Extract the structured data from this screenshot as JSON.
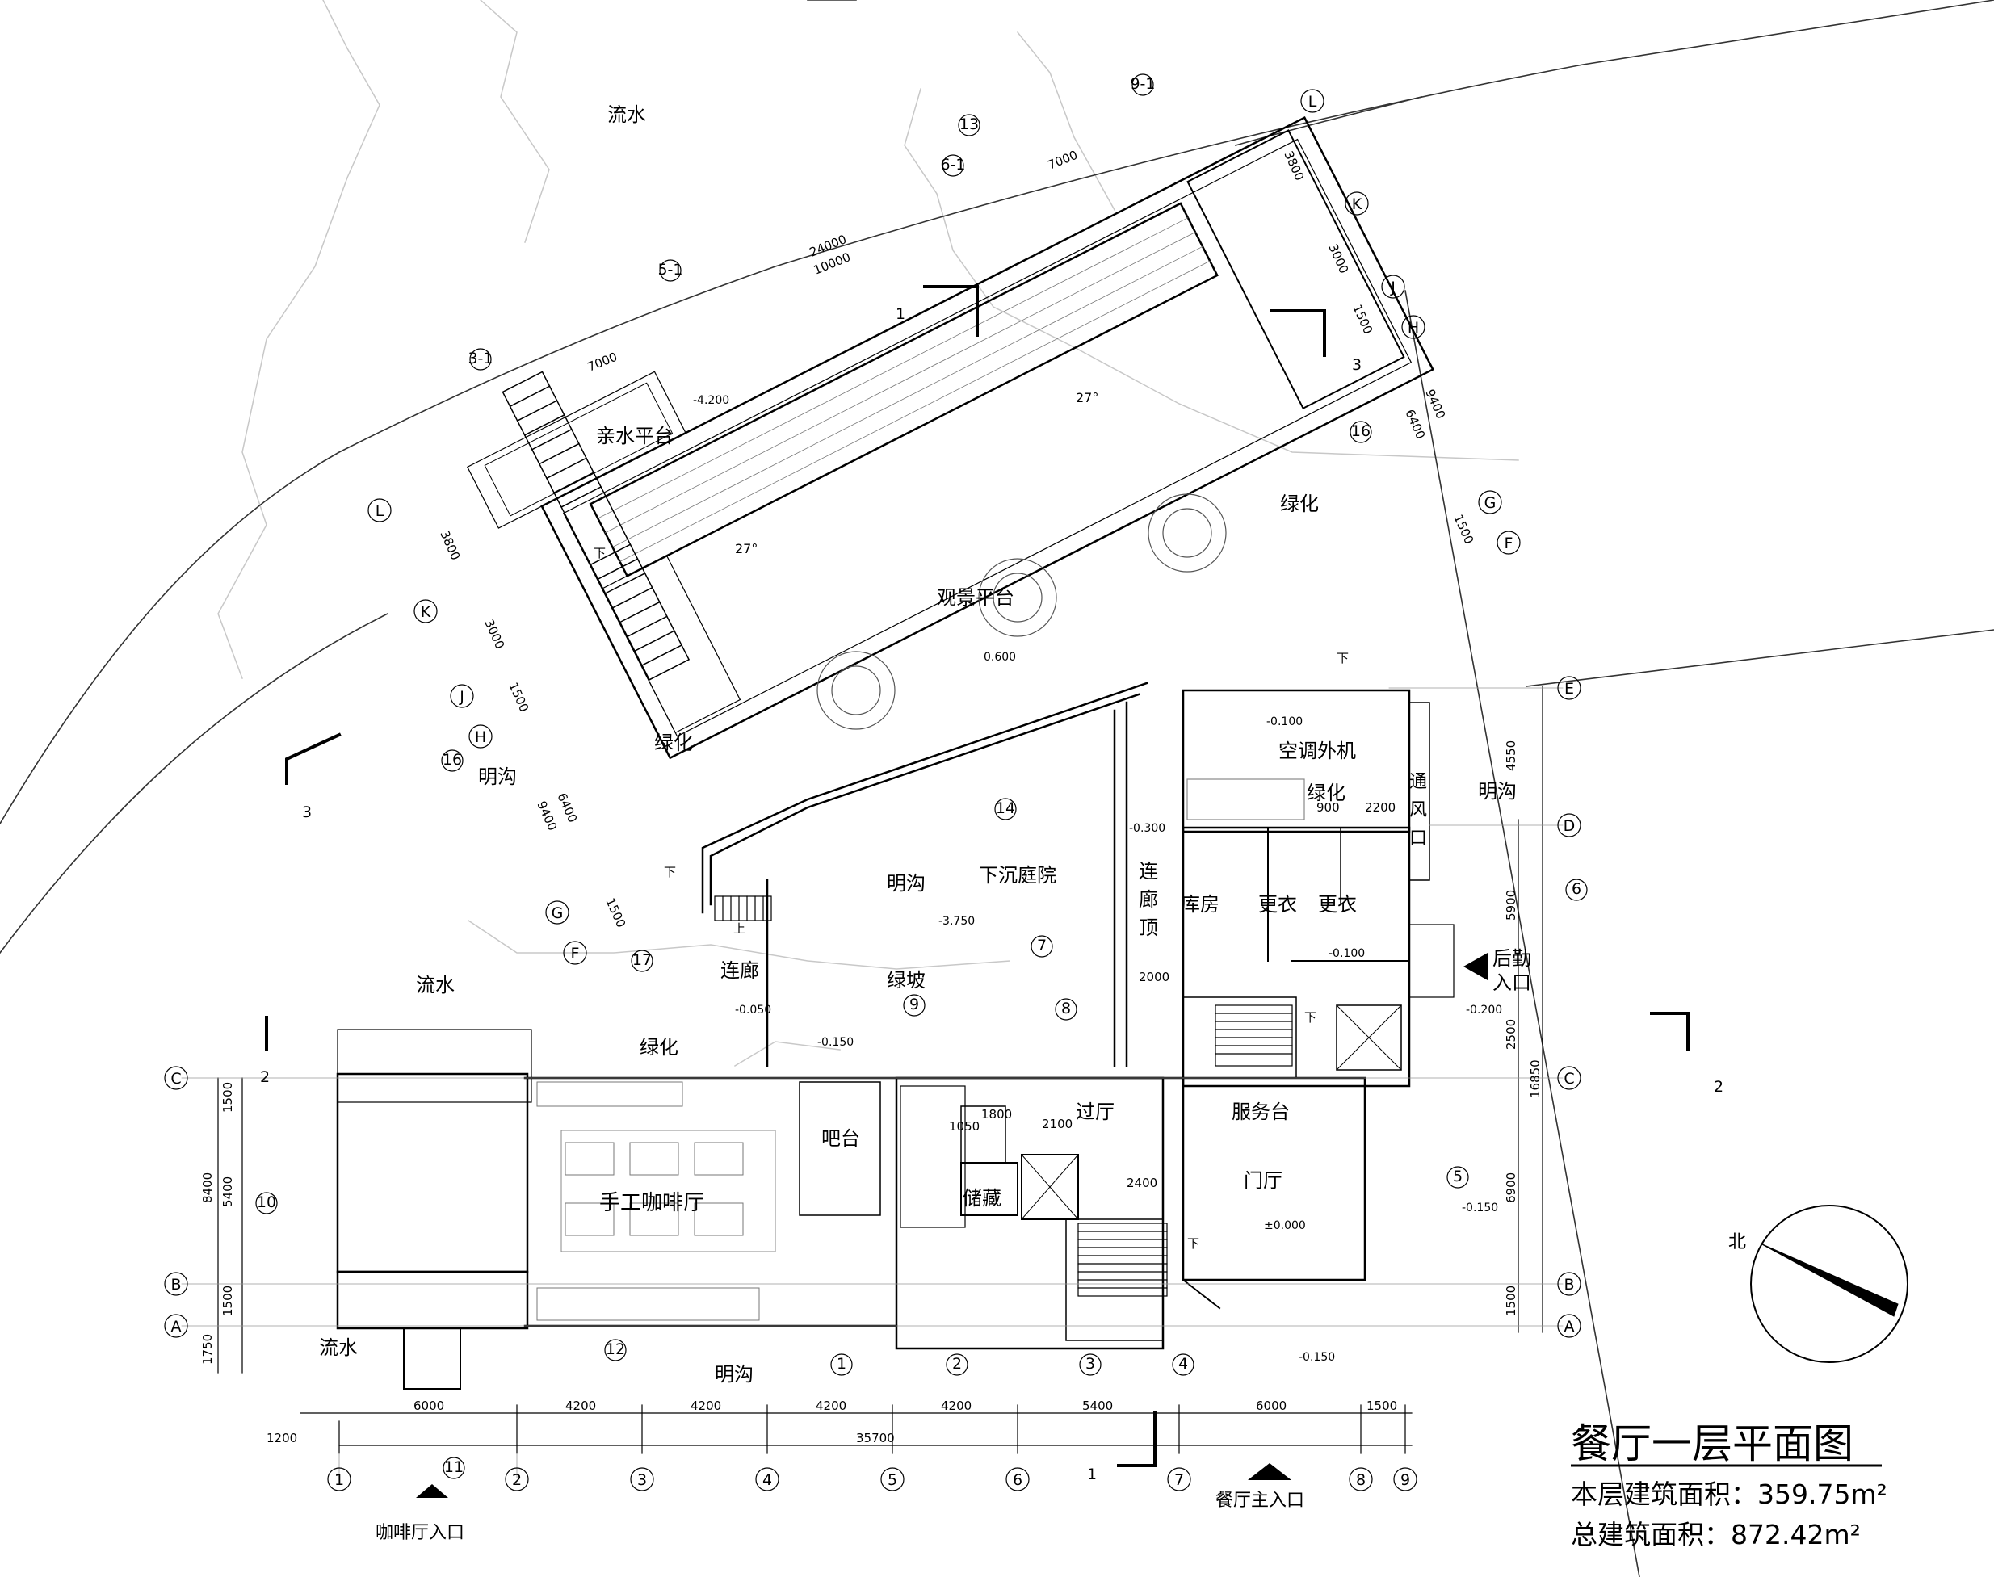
{
  "title": "餐厅一层平面图",
  "floor_area": "本层建筑面积：359.75m²",
  "total_area": "总建筑面积：872.42m²",
  "north": "北",
  "rooms": {
    "liushui_top": "流水",
    "qinshui": "亲水平台",
    "guanjing": "观景平台",
    "lvhua_upper": "绿化",
    "lvhua_ne": "绿化",
    "minggou_left": "明沟",
    "kongtiao": "空调外机",
    "lvhua_ac": "绿化",
    "tongfeng_1": "通",
    "tongfeng_2": "风",
    "tongfeng_3": "口",
    "minggou_right": "明沟",
    "xiachen": "下沉庭院",
    "minggou_mid": "明沟",
    "lianlangding_1": "连",
    "lianlangding_2": "廊",
    "lianlangding_3": "顶",
    "kufang": "库房",
    "gengyi_1": "更衣",
    "gengyi_2": "更衣",
    "houqin_1": "后勤",
    "houqin_2": "入口",
    "liushui_left": "流水",
    "lianlang": "连廊",
    "lvpo": "绿坡",
    "lvhua_lower": "绿化",
    "guoting": "过厅",
    "fuwutai": "服务台",
    "menting": "门厅",
    "bataI": "吧台",
    "chucang": "储藏",
    "kafei": "手工咖啡厅",
    "liushui_bottom": "流水",
    "minggou_bottom": "明沟"
  },
  "entrances": {
    "cafe": "咖啡厅入口",
    "main": "餐厅主入口"
  },
  "levels": {
    "l1": "-4.200",
    "l2": "0.600",
    "l3": "-0.100",
    "l4": "-0.300",
    "l5": "-3.750",
    "l6": "-0.100",
    "l7": "-0.050",
    "l8": "-0.150",
    "l9": "-0.200",
    "l10": "±0.000",
    "l11": "-0.150",
    "l12": "-0.150"
  },
  "angles": {
    "a1": "27°",
    "a2": "27°"
  },
  "marks": {
    "down1": "下",
    "down2": "下",
    "down3": "下",
    "down4": "下",
    "down5": "下",
    "up1": "上"
  },
  "room_dims": {
    "d900": "900",
    "d2200": "2200",
    "d2000": "2000",
    "d1800": "1800",
    "d2100": "2100",
    "d1050": "1050",
    "d2400": "2400"
  },
  "bottom_dims": [
    "1200",
    "6000",
    "4200",
    "4200",
    "4200",
    "4200",
    "5400",
    "6000",
    "1500"
  ],
  "total_dim": "35700",
  "left_dims": [
    "1750",
    "1500",
    "5400",
    "1500",
    "8400"
  ],
  "right_dims": [
    "4550",
    "5900",
    "2500",
    "6900",
    "1500",
    "16850"
  ],
  "diag_dims": {
    "d24000": "24000",
    "d10000": "10000",
    "d7000a": "7000",
    "d7000b": "7000",
    "d3800a": "3800",
    "d3000a": "3000",
    "d1500a": "1500",
    "d6400a": "6400",
    "d9400a": "9400",
    "d1500b": "1500",
    "d3800b": "3800",
    "d3000b": "3000",
    "d1500c": "1500",
    "d6400b": "6400",
    "d9400b": "9400",
    "d1500d": "1500"
  },
  "grid_bottom": [
    "1",
    "2",
    "3",
    "4",
    "5",
    "6",
    "7",
    "8",
    "9"
  ],
  "grid_rows": {
    "A": "A",
    "B": "B",
    "C": "C",
    "D": "D",
    "E": "E"
  },
  "grid_diag_ne": {
    "L": "L",
    "K": "K",
    "J": "J",
    "H": "H",
    "G": "G",
    "F": "F"
  },
  "grid_diag_sw": {
    "L": "L",
    "K": "K",
    "J": "J",
    "H": "H",
    "G": "G",
    "F": "F"
  },
  "grid_sub": {
    "s91": "9-1",
    "s13": "13",
    "s61": "6-1",
    "s51": "5-1",
    "s31": "3-1",
    "s16": "16"
  },
  "details": [
    "16",
    "14",
    "17",
    "7",
    "8",
    "9",
    "6",
    "5",
    "10",
    "12",
    "11",
    "1",
    "2",
    "3",
    "4"
  ],
  "sections": {
    "s1a": "1",
    "s1b": "1",
    "s2a": "2",
    "s2b": "2",
    "s3a": "3",
    "s3b": "3"
  }
}
